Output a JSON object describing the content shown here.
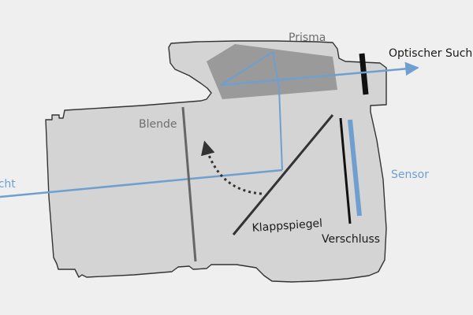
{
  "labels": {
    "prisma": "Prisma",
    "blende": "Blende",
    "sensor": "Sensor",
    "klappspiegel": "Klappspiegel",
    "verschluss": "Verschluss",
    "optischer_sucher": "Optischer Sucher",
    "licht": "Licht"
  },
  "colors": {
    "background": "#efefef",
    "body_fill": "#d4d4d4",
    "body_stroke": "#333333",
    "prism_fill": "#9a9a9a",
    "light_path": "#6f9fcf",
    "sensor": "#6f9fcf",
    "blende": "#666666",
    "mirror": "#333333",
    "shutter": "#111111",
    "viewfinder": "#111111"
  }
}
